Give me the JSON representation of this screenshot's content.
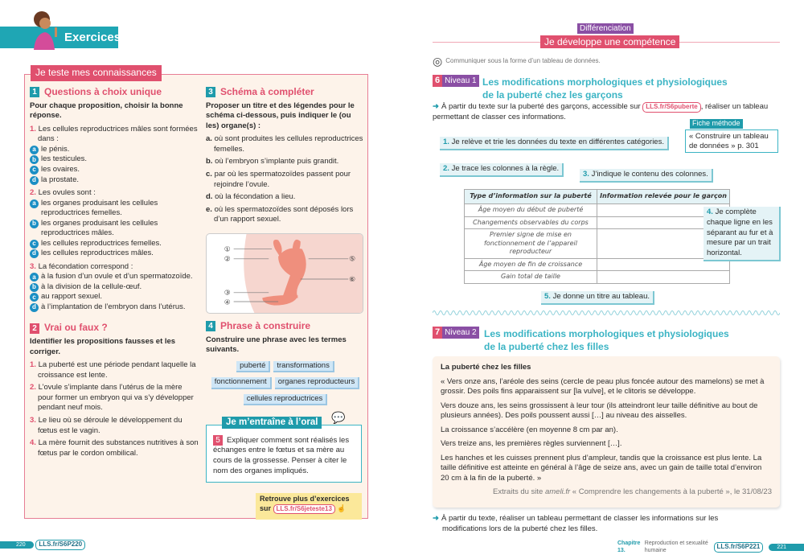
{
  "left": {
    "banner": "Exercices",
    "quiz_tag": "Je teste mes connaissances",
    "ex1": {
      "num": "1",
      "title": "Questions à choix unique",
      "instruction": "Pour chaque proposition, choisir la bonne réponse.",
      "questions": [
        {
          "n": "1.",
          "text": "Les cellules reproductrices mâles sont formées dans :",
          "options": [
            {
              "l": "a",
              "t": "le pénis."
            },
            {
              "l": "b",
              "t": "les testicules."
            },
            {
              "l": "c",
              "t": "les ovaires."
            },
            {
              "l": "d",
              "t": "la prostate."
            }
          ]
        },
        {
          "n": "2.",
          "text": "Les ovules sont :",
          "options": [
            {
              "l": "a",
              "t": "les organes produisant les cellules reproductrices femelles."
            },
            {
              "l": "b",
              "t": "les organes produisant les cellules reproductrices mâles."
            },
            {
              "l": "c",
              "t": "les cellules reproductrices femelles."
            },
            {
              "l": "d",
              "t": "les cellules reproductrices mâles."
            }
          ]
        },
        {
          "n": "3.",
          "text": "La fécondation correspond :",
          "options": [
            {
              "l": "a",
              "t": "à la fusion d’un ovule et d’un spermatozoïde."
            },
            {
              "l": "b",
              "t": "à la division de la cellule-œuf."
            },
            {
              "l": "c",
              "t": "au rapport sexuel."
            },
            {
              "l": "d",
              "t": "à l’implantation de l’embryon dans l’utérus."
            }
          ]
        }
      ]
    },
    "ex2": {
      "num": "2",
      "title": "Vrai ou faux ?",
      "instruction": "Identifier les propositions fausses et les corriger.",
      "items": [
        {
          "n": "1.",
          "t": "La puberté est une période pendant laquelle la croissance est lente."
        },
        {
          "n": "2.",
          "t": "L’ovule s’implante dans l’utérus de la mère pour former un embryon qui va s’y développer pendant neuf mois."
        },
        {
          "n": "3.",
          "t": "Le lieu où se déroule le développement du fœtus est le vagin."
        },
        {
          "n": "4.",
          "t": "La mère fournit des substances nutritives à son fœtus par le cordon ombilical."
        }
      ]
    },
    "ex3": {
      "num": "3",
      "title": "Schéma à compléter",
      "instruction": "Proposer un titre et des légendes pour le schéma ci-dessous, puis indiquer le (ou les) organe(s) :",
      "items": [
        {
          "n": "a.",
          "t": "où sont produites les cellules reproductrices femelles."
        },
        {
          "n": "b.",
          "t": "où l’embryon s’implante puis grandit."
        },
        {
          "n": "c.",
          "t": "par où les spermatozoïdes passent pour rejoindre l’ovule."
        },
        {
          "n": "d.",
          "t": "où la fécondation a lieu."
        },
        {
          "n": "e.",
          "t": "où les spermatozoïdes sont déposés lors d’un rapport sexuel."
        }
      ],
      "labels": [
        "①",
        "②",
        "③",
        "④",
        "⑤",
        "⑥"
      ]
    },
    "ex4": {
      "num": "4",
      "title": "Phrase à construire",
      "instruction": "Construire une phrase avec les termes suivants.",
      "terms": [
        "puberté",
        "transformations",
        "fonctionnement",
        "organes reproducteurs",
        "cellules reproductrices"
      ]
    },
    "oral": {
      "tag": "Je m’entraîne à l’oral",
      "num": "5",
      "text": "Expliquer comment sont réalisés les échanges entre le fœtus et sa mère au cours de la grossesse. Penser à citer le nom des organes impliqués."
    },
    "more": {
      "text": "Retrouve plus d’exercices",
      "sur": "sur",
      "link": "LLS.fr/S6jeteste13"
    },
    "footer": {
      "page": "220",
      "link": "LLS.fr/S6P220"
    }
  },
  "right": {
    "diff_tag": "Différenciation",
    "header": "Je développe une compétence",
    "skill": "Communiquer sous la forme d’un tableau de données.",
    "ex6": {
      "num": "6",
      "level": "Niveau 1",
      "title1": "Les modifications morphologiques et physiologiques",
      "title2": "de la puberté chez les garçons",
      "intro": "À partir du texte sur la puberté des garçons, accessible sur",
      "link": "LLS.fr/S6puberte",
      "intro2": ", réaliser un tableau permettant de classer ces informations.",
      "fiche_tag": "Fiche méthode",
      "fiche": "« Construire un tableau de données » p. 301",
      "steps": [
        {
          "n": "1.",
          "t": "Je relève et trie les données du texte en différentes catégories."
        },
        {
          "n": "2.",
          "t": "Je trace les colonnes à la règle."
        },
        {
          "n": "3.",
          "t": "J’indique le contenu des colonnes."
        },
        {
          "n": "4.",
          "t": "Je complète chaque ligne en les séparant au fur et à mesure par un trait horizontal."
        },
        {
          "n": "5.",
          "t": "Je donne un titre au tableau."
        }
      ],
      "table": {
        "headers": [
          "Type d’information sur la puberté",
          "Information relevée pour le garçon"
        ],
        "rows": [
          "Âge moyen du début de puberté",
          "Changements observables du corps",
          "Premier signe de mise en fonctionnement de l’appareil reproducteur",
          "Âge moyen de fin de croissance",
          "Gain total de taille"
        ]
      }
    },
    "ex7": {
      "num": "7",
      "level": "Niveau 2",
      "title1": "Les modifications morphologiques et physiologiques",
      "title2": "de la puberté chez les filles",
      "doc_title": "La puberté chez les filles",
      "paragraphs": [
        "« Vers onze ans, l’aréole des seins (cercle de peau plus foncée autour des mamelons) se met à grossir. Des poils fins apparaissent sur [la vulve], et le clitoris se développe.",
        "Vers douze ans, les seins grossissent à leur tour (ils atteindront leur taille définitive au bout de plusieurs années). Des poils poussent aussi […] au niveau des aisselles.",
        "La croissance s’accélère (en moyenne 8 cm par an).",
        "Vers treize ans, les premières règles surviennent […].",
        "Les hanches et les cuisses prennent plus d’ampleur, tandis que la croissance est plus lente. La taille définitive est atteinte en général à l’âge de seize ans, avec un gain de taille total d’environ 20 cm à la fin de la puberté. »"
      ],
      "source_a": "Extraits du site",
      "source_site": "ameli.fr",
      "source_b": "« Comprendre les changements à la puberté », le 31/08/23",
      "task": "À partir du texte, réaliser un tableau permettant de classer les informations sur les modifications lors de la puberté chez les filles."
    },
    "footer": {
      "chapter": "Chapitre 13.",
      "chapter_title": "Reproduction et sexualité humaine",
      "link": "LLS.fr/S6P221",
      "page": "221"
    }
  }
}
